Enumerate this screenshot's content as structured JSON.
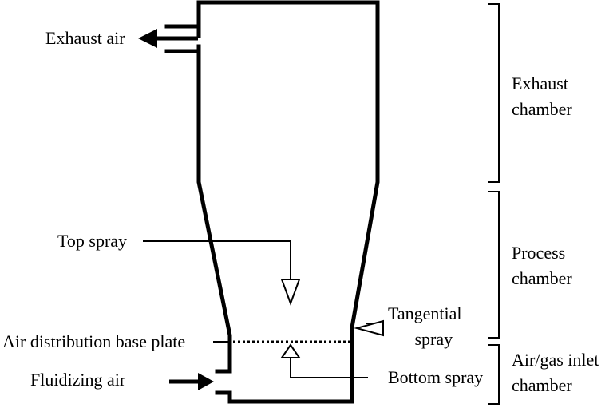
{
  "labels": {
    "exhaust_air": "Exhaust air",
    "top_spray": "Top spray",
    "tangential_spray": [
      "Tangential",
      "spray"
    ],
    "air_distribution_base_plate": "Air distribution base plate",
    "fluidizing_air": "Fluidizing air",
    "bottom_spray": "Bottom spray"
  },
  "chambers": {
    "exhaust": [
      "Exhaust",
      "chamber"
    ],
    "process": [
      "Process",
      "chamber"
    ],
    "inlet": [
      "Air/gas inlet",
      "chamber"
    ]
  },
  "colors": {
    "line": "#000000",
    "background": "#ffffff"
  }
}
